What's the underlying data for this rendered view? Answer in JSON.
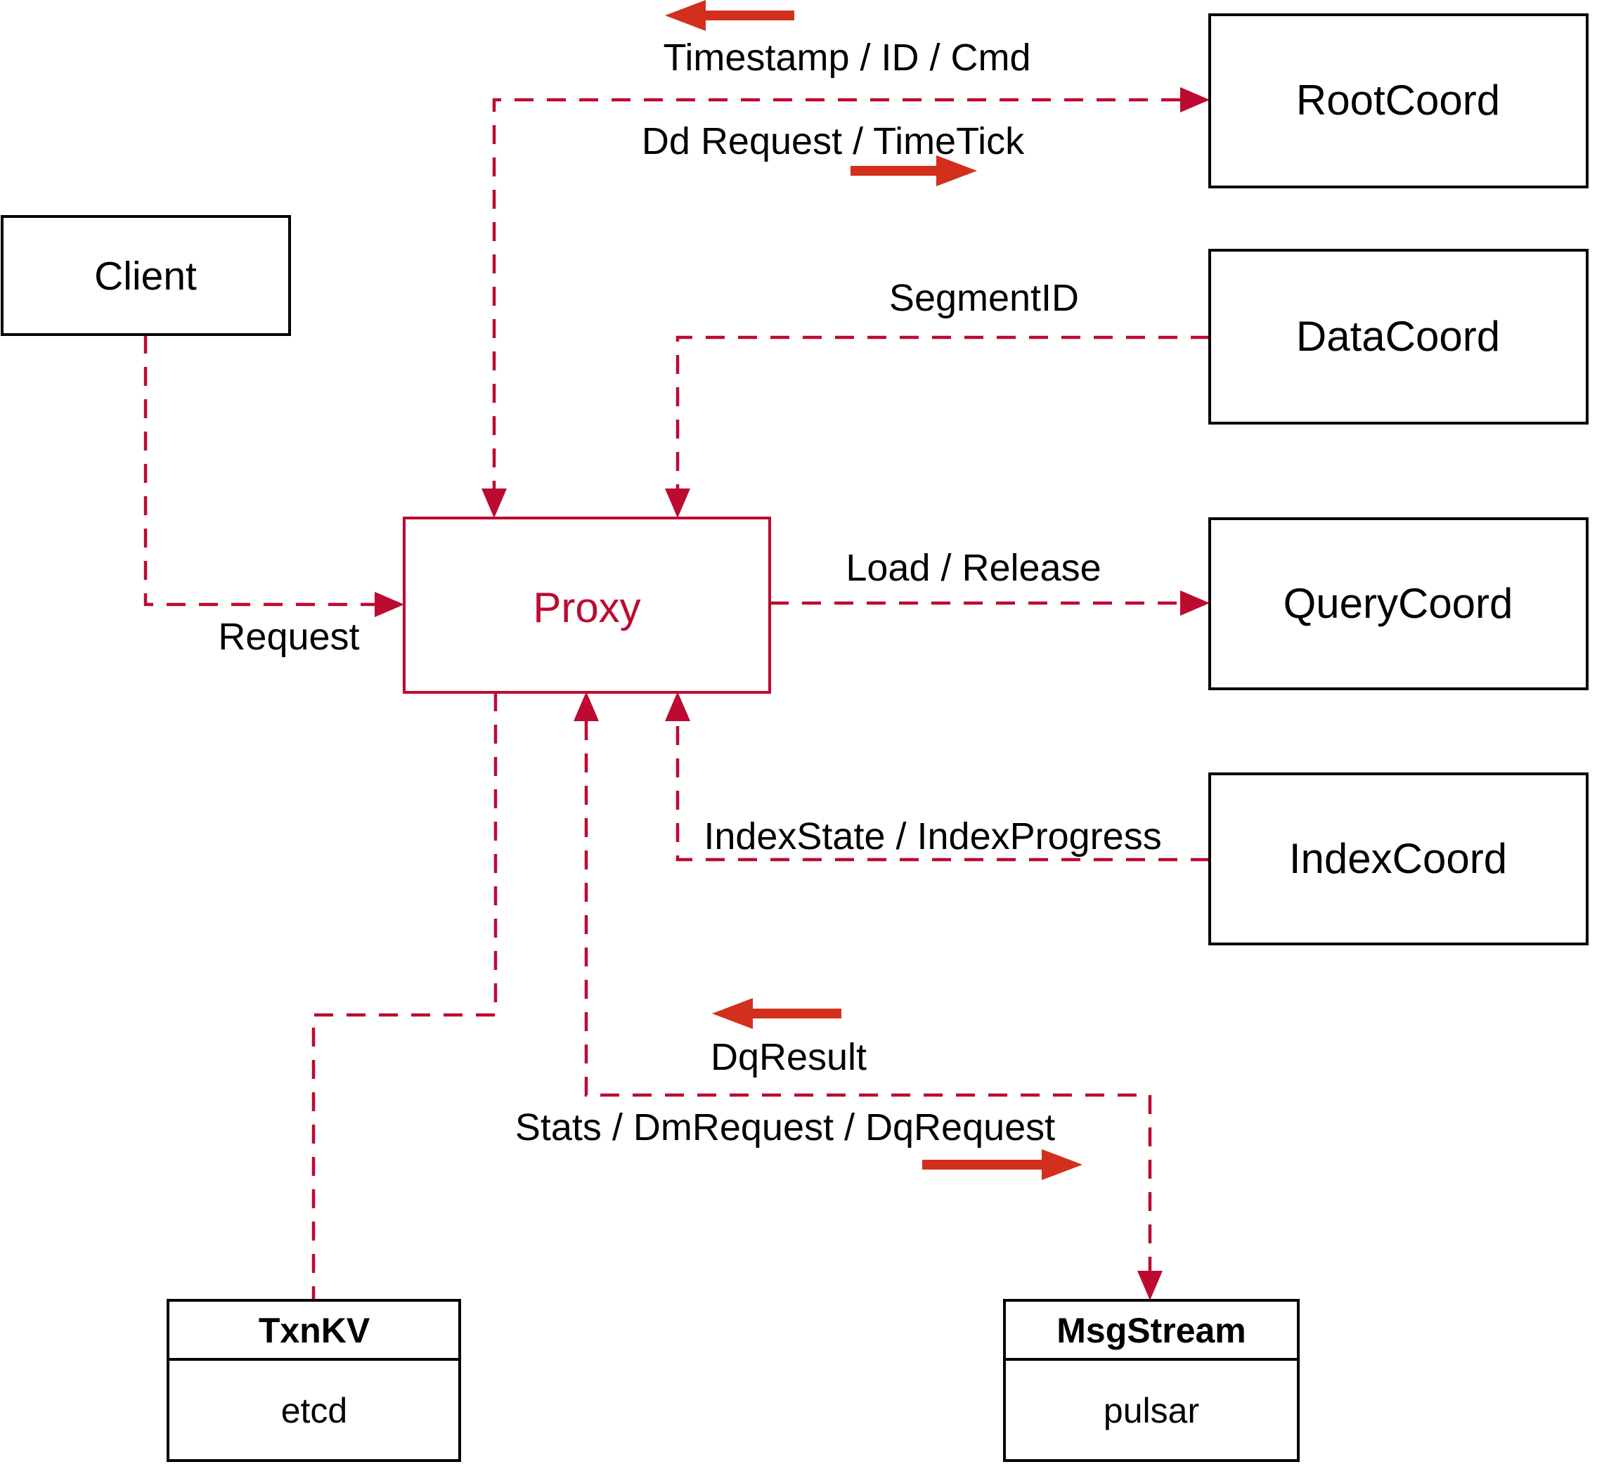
{
  "nodes": {
    "client": {
      "label": "Client"
    },
    "proxy": {
      "label": "Proxy"
    },
    "root_coord": {
      "label": "RootCoord"
    },
    "data_coord": {
      "label": "DataCoord"
    },
    "query_coord": {
      "label": "QueryCoord"
    },
    "index_coord": {
      "label": "IndexCoord"
    },
    "txn_kv": {
      "title": "TxnKV",
      "impl": "etcd"
    },
    "msg_stream": {
      "title": "MsgStream",
      "impl": "pulsar"
    }
  },
  "edges": {
    "request": {
      "label": "Request"
    },
    "timestamp": {
      "label": "Timestamp / ID / Cmd"
    },
    "dd_request": {
      "label": "Dd Request / TimeTick"
    },
    "segment_id": {
      "label": "SegmentID"
    },
    "load_release": {
      "label": "Load / Release"
    },
    "index_state": {
      "label": "IndexState / IndexProgress"
    },
    "dq_result": {
      "label": "DqResult"
    },
    "stats": {
      "label": "Stats / DmRequest / DqRequest"
    }
  },
  "colors": {
    "dashed_line": "#bd0a30",
    "solid_arrow": "#d2301c",
    "node_border": "#000000",
    "proxy_accent": "#bd0a30",
    "background": "#ffffff"
  }
}
